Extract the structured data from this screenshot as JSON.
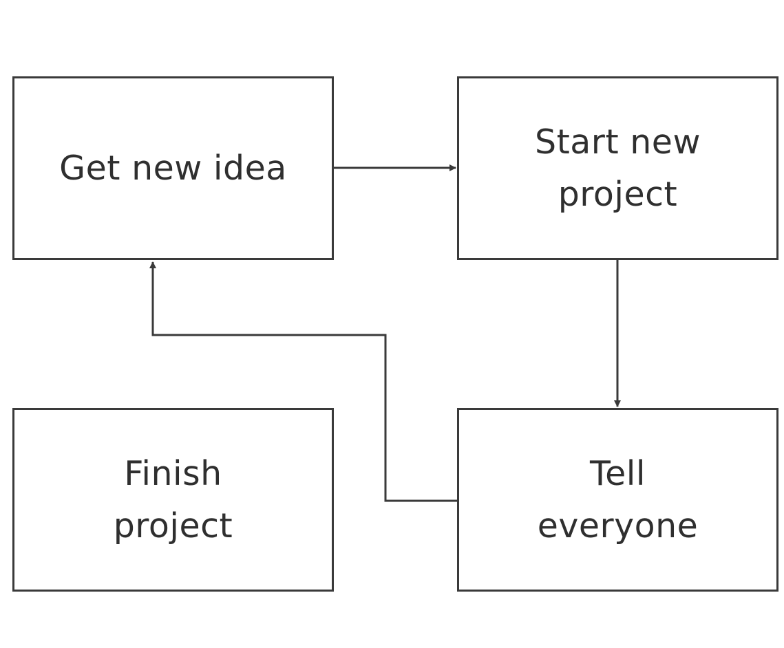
{
  "diagram": {
    "nodes": {
      "get_idea": "Get new idea",
      "start_project": "Start new\nproject",
      "finish_project": "Finish\nproject",
      "tell_everyone": "Tell\neveryone"
    },
    "edges": [
      {
        "from": "get_idea",
        "to": "start_project"
      },
      {
        "from": "start_project",
        "to": "tell_everyone"
      },
      {
        "from": "tell_everyone",
        "to": "get_idea"
      }
    ],
    "colors": {
      "stroke": "#3a3a3a",
      "text": "#2f2f2f",
      "background": "#ffffff"
    }
  }
}
